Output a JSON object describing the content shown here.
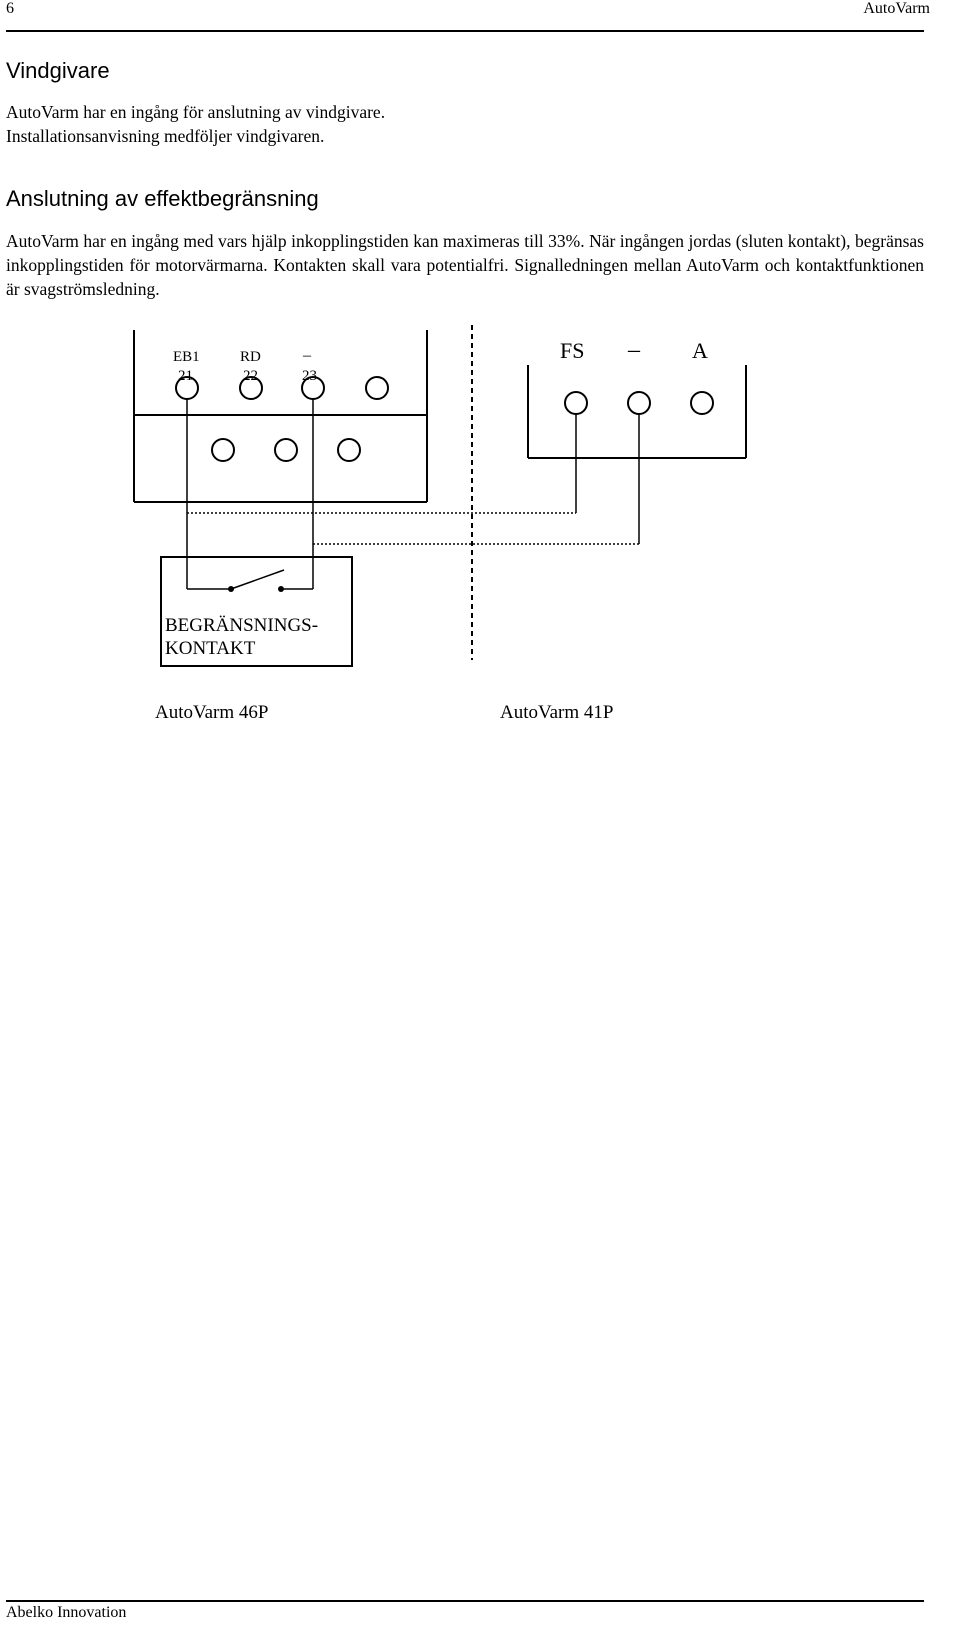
{
  "header": {
    "page_number": "6",
    "running_title": "AutoVarm"
  },
  "section1": {
    "heading": "Vindgivare",
    "lines": [
      "AutoVarm har en ingång för anslutning av vindgivare.",
      "Installationsanvisning medföljer vindgivaren."
    ]
  },
  "section2": {
    "heading": "Anslutning av effektbegränsning",
    "paragraph": "AutoVarm har en ingång med vars hjälp inkopplingstiden kan maximeras till 33%. När ingången jordas (sluten kontakt), begränsas inkopplingstiden för motorvärmarna. Kontakten skall vara potentialfri. Signalledningen mellan AutoVarm och kontaktfunktionen är svagströmsledning."
  },
  "diagram": {
    "left_unit": {
      "labels": [
        "EB1",
        "RD",
        "–"
      ],
      "terminals": [
        "21",
        "22",
        "23"
      ],
      "caption": "AutoVarm 46P"
    },
    "right_unit": {
      "labels": [
        "FS",
        "–",
        "A"
      ],
      "caption": "AutoVarm 41P"
    },
    "contact": {
      "label_line1": "BEGRÄNSNINGS-",
      "label_line2": "KONTAKT"
    }
  },
  "footer": {
    "text": "Abelko Innovation"
  }
}
